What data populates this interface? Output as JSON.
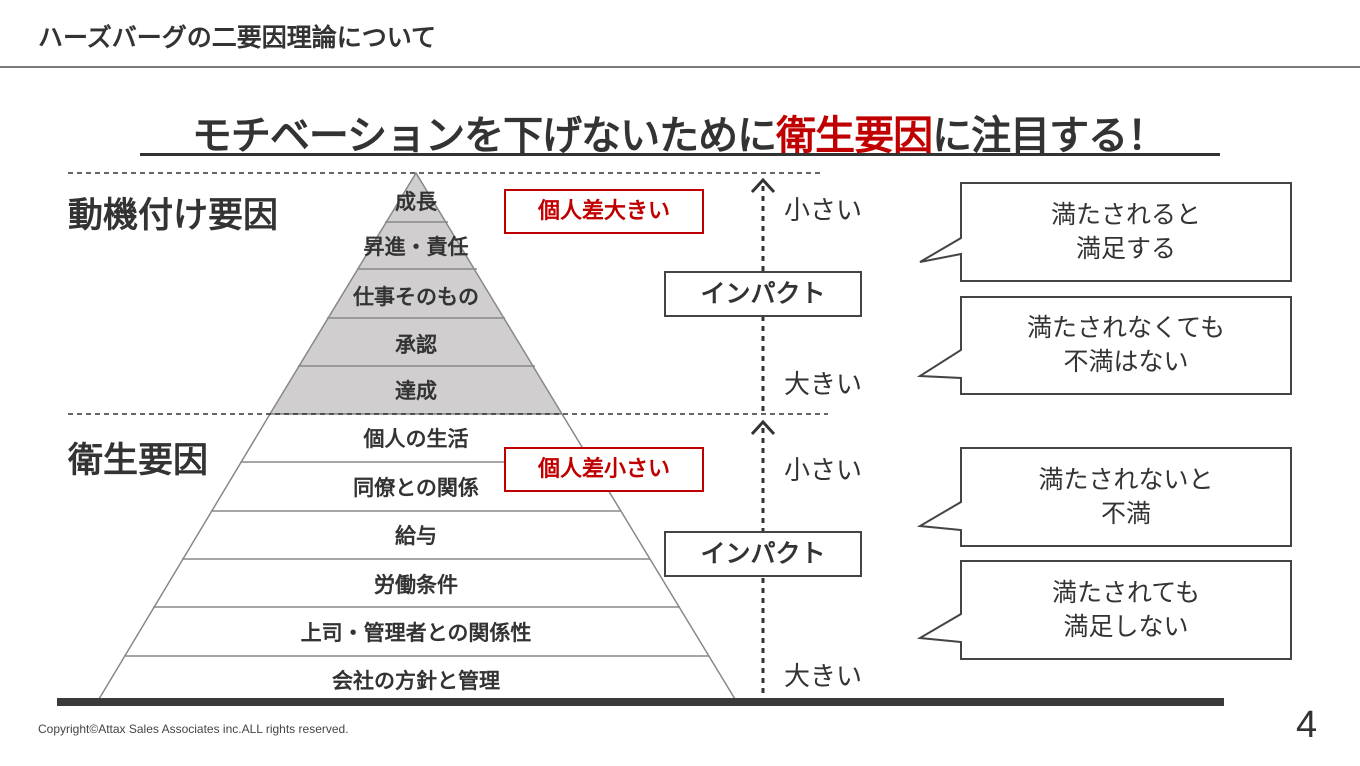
{
  "header": {
    "title": "ハーズバーグの二要因理論について"
  },
  "main_title": {
    "prefix": "モチベーションを下げないために",
    "highlight": "衛生要因",
    "suffix": "に注目する！"
  },
  "motivators": {
    "label": "動機付け要因",
    "tiers": [
      "成長",
      "昇進・責任",
      "仕事そのもの",
      "承認",
      "達成"
    ],
    "individual_difference": "個人差大きい",
    "impact_label": "インパクト",
    "scale_top": "小さい",
    "scale_bottom": "大きい",
    "callouts": [
      {
        "line1": "満たされると",
        "line2": "満足する"
      },
      {
        "line1": "満たされなくても",
        "line2": "不満はない"
      }
    ]
  },
  "hygiene": {
    "label": "衛生要因",
    "tiers": [
      "個人の生活",
      "同僚との関係",
      "給与",
      "労働条件",
      "上司・管理者との関係性",
      "会社の方針と管理"
    ],
    "individual_difference": "個人差小さい",
    "impact_label": "インパクト",
    "scale_top": "小さい",
    "scale_bottom": "大きい",
    "callouts": [
      {
        "line1": "満たされないと",
        "line2": "不満"
      },
      {
        "line1": "満たされても",
        "line2": "満足しない"
      }
    ]
  },
  "colors": {
    "accent": "#c00000",
    "motivator_fill": "#d0cece",
    "text": "#333333"
  },
  "footer": {
    "copyright": "Copyright©Attax Sales Associates inc.ALL rights reserved.",
    "page_number": "4"
  }
}
